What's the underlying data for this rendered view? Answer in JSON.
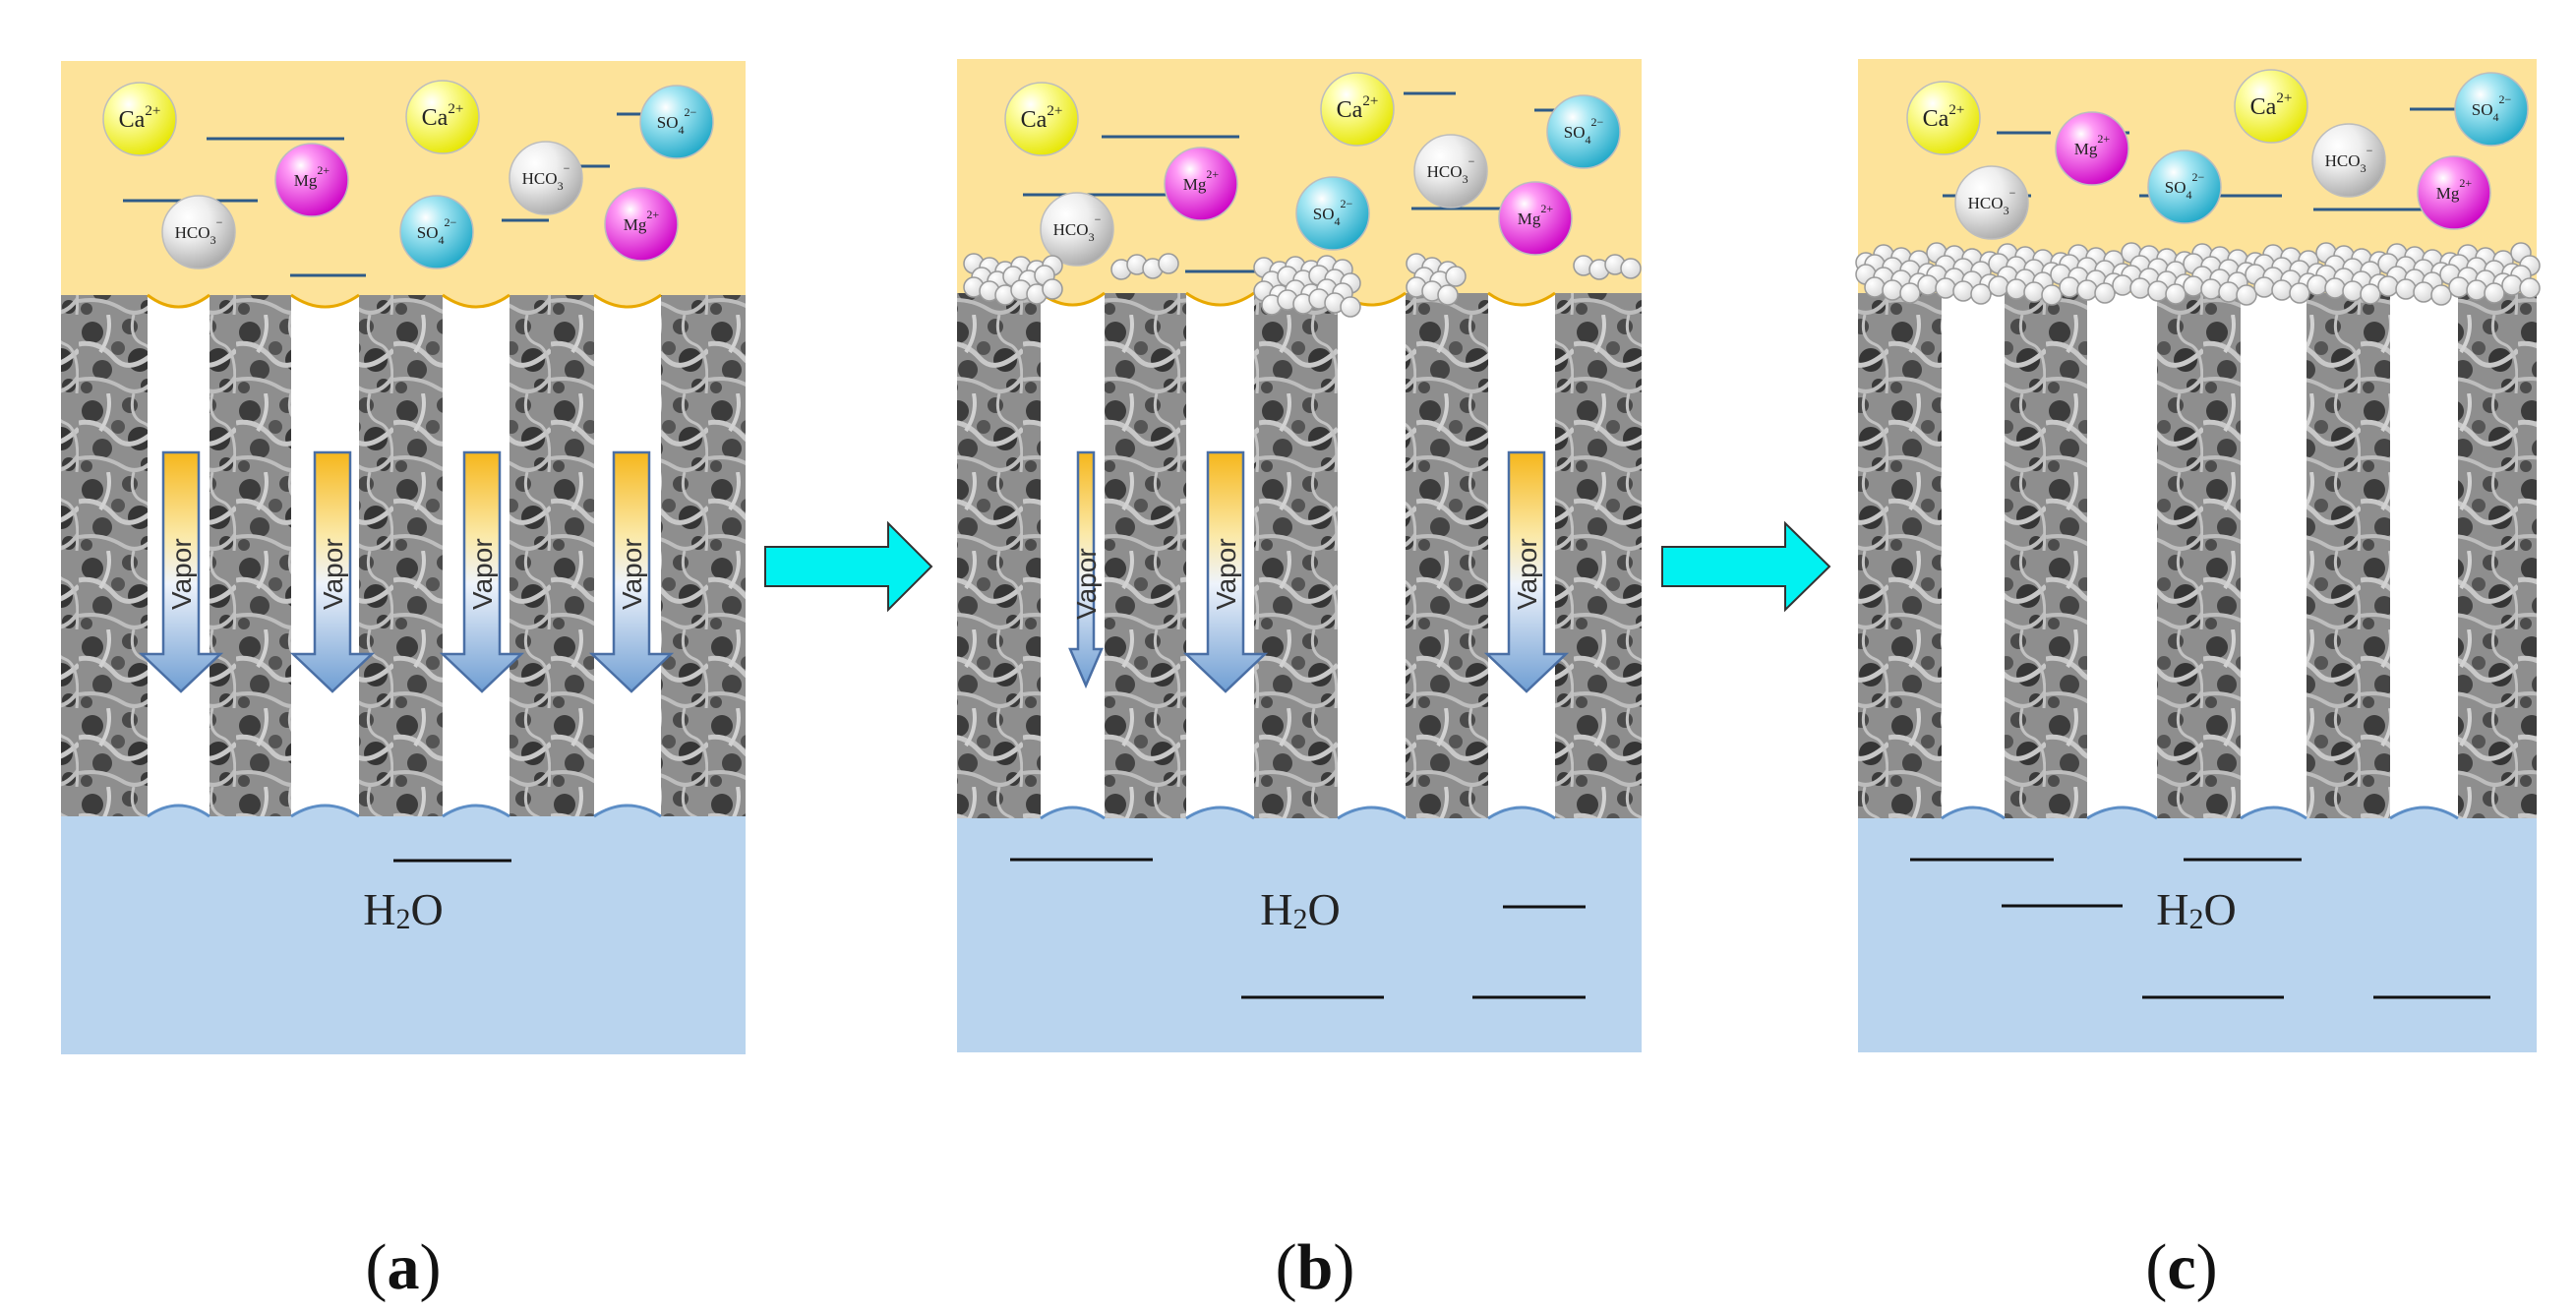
{
  "colors": {
    "feed": "#fde39a",
    "permeate": "#b9d4ee",
    "membrane_gray": "#8c8c8c",
    "pore": "#ffffff",
    "arrow_process": "#00f2f2",
    "vapor_top": "#f6bb22",
    "vapor_bottom": "#7aa6d6",
    "Ca": "#f2f200",
    "Mg": "#e000d8",
    "HCO3": "#d0d0d0",
    "SO4": "#38bcd6"
  },
  "panels": [
    {
      "id": "a",
      "label_open": "(",
      "label_letter": "a",
      "label_close": ")",
      "water": {
        "main": "H",
        "sub": "2",
        "tail": "O"
      },
      "ions": [
        {
          "type": "Ca",
          "base": "Ca",
          "sub": "",
          "sup": "2+"
        },
        {
          "type": "Ca",
          "base": "Ca",
          "sub": "",
          "sup": "2+"
        },
        {
          "type": "Mg",
          "base": "Mg",
          "sub": "",
          "sup": "2+"
        },
        {
          "type": "HCO3",
          "base": "HCO",
          "sub": "3",
          "sup": "−"
        },
        {
          "type": "HCO3",
          "base": "HCO",
          "sub": "3",
          "sup": "−"
        },
        {
          "type": "SO4",
          "base": "SO",
          "sub": "4",
          "sup": "2−"
        },
        {
          "type": "SO4",
          "base": "SO",
          "sub": "4",
          "sup": "2−"
        },
        {
          "type": "Mg",
          "base": "Mg",
          "sub": "",
          "sup": "2+"
        }
      ],
      "vapor_label": "Vapor",
      "vapor_count": 4,
      "scaling": "none"
    },
    {
      "id": "b",
      "label_open": "(",
      "label_letter": "b",
      "label_close": ")",
      "water": {
        "main": "H",
        "sub": "2",
        "tail": "O"
      },
      "ions": [
        {
          "type": "Ca",
          "base": "Ca",
          "sub": "",
          "sup": "2+"
        },
        {
          "type": "Ca",
          "base": "Ca",
          "sub": "",
          "sup": "2+"
        },
        {
          "type": "Mg",
          "base": "Mg",
          "sub": "",
          "sup": "2+"
        },
        {
          "type": "HCO3",
          "base": "HCO",
          "sub": "3",
          "sup": "−"
        },
        {
          "type": "HCO3",
          "base": "HCO",
          "sub": "3",
          "sup": "−"
        },
        {
          "type": "SO4",
          "base": "SO",
          "sub": "4",
          "sup": "2−"
        },
        {
          "type": "SO4",
          "base": "SO",
          "sub": "4",
          "sup": "2−"
        },
        {
          "type": "Mg",
          "base": "Mg",
          "sub": "",
          "sup": "2+"
        }
      ],
      "vapor_label": "Vapor",
      "vapor_count": 3,
      "scaling": "partial"
    },
    {
      "id": "c",
      "label_open": "(",
      "label_letter": "c",
      "label_close": ")",
      "water": {
        "main": "H",
        "sub": "2",
        "tail": "O"
      },
      "ions": [
        {
          "type": "Ca",
          "base": "Ca",
          "sub": "",
          "sup": "2+"
        },
        {
          "type": "Ca",
          "base": "Ca",
          "sub": "",
          "sup": "2+"
        },
        {
          "type": "Mg",
          "base": "Mg",
          "sub": "",
          "sup": "2+"
        },
        {
          "type": "HCO3",
          "base": "HCO",
          "sub": "3",
          "sup": "−"
        },
        {
          "type": "HCO3",
          "base": "HCO",
          "sub": "3",
          "sup": "−"
        },
        {
          "type": "SO4",
          "base": "SO",
          "sub": "4",
          "sup": "2−"
        },
        {
          "type": "SO4",
          "base": "SO",
          "sub": "4",
          "sup": "2−"
        },
        {
          "type": "Mg",
          "base": "Mg",
          "sub": "",
          "sup": "2+"
        }
      ],
      "vapor_label": "",
      "vapor_count": 0,
      "scaling": "full"
    }
  ]
}
